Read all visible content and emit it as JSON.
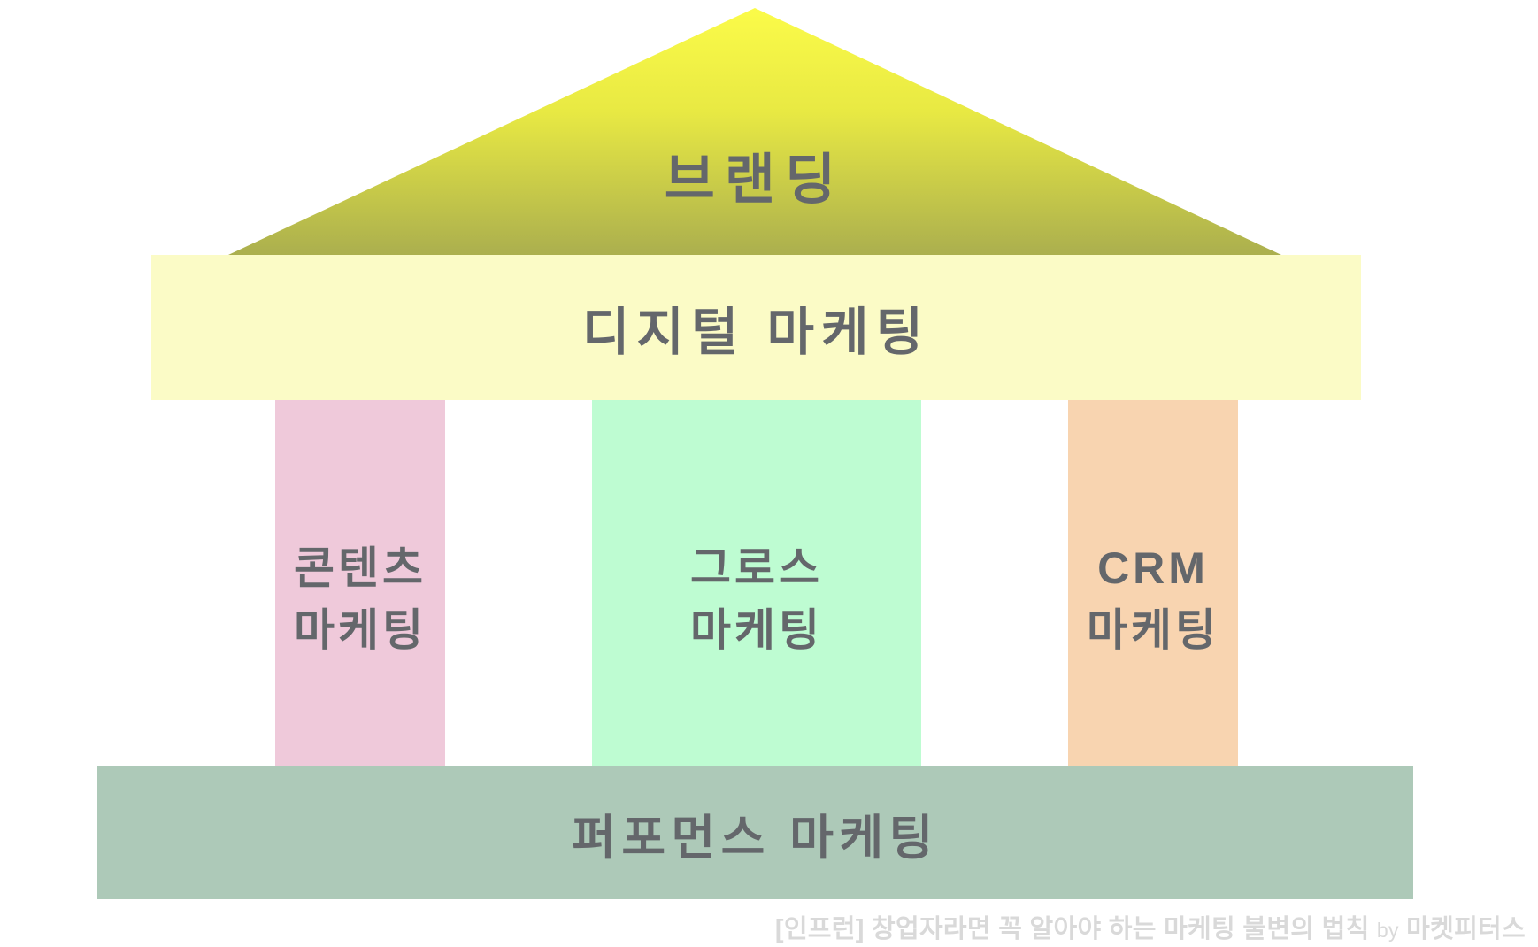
{
  "diagram": {
    "roof": {
      "label": "브랜딩",
      "gradient_top": "#fbfb49",
      "gradient_bottom": "#abaf4e"
    },
    "beam": {
      "label": "디지털 마케팅",
      "color": "#fbfbc6"
    },
    "pillars": [
      {
        "name": "content-marketing",
        "line1": "콘텐츠",
        "line2": "마케팅",
        "color": "#efc9da"
      },
      {
        "name": "growth-marketing",
        "line1": "그로스",
        "line2": "마케팅",
        "color": "#befcd2"
      },
      {
        "name": "crm-marketing",
        "line1": "CRM",
        "line2": "마케팅",
        "color": "#f8d4b0"
      }
    ],
    "base": {
      "label": "퍼포먼스 마케팅",
      "color": "#adc9b8"
    },
    "text_color": "#64676b"
  },
  "caption": {
    "main": "[인프런] 창업자라면 꼭 알아야 하는 마케팅 불변의 법칙",
    "by": "by",
    "author": "마켓피터스",
    "color": "#d9d9d9"
  }
}
